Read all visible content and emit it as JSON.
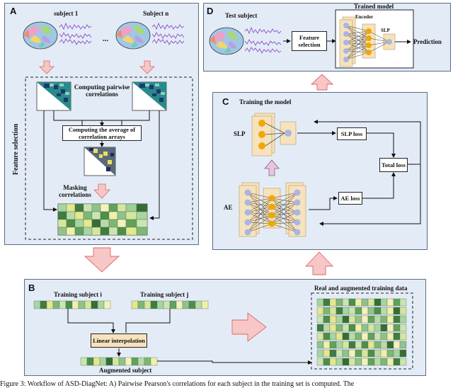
{
  "panels": {
    "a": {
      "label": "A",
      "subject_1": "subject 1",
      "subject_n": "Subject n",
      "ellipsis": "...",
      "computing_pairwise": "Computing pairwise correlations",
      "computing_average": "Computing the average of correlation arrays",
      "masking": "Masking correlations",
      "feature_selection": "Feature selection"
    },
    "b": {
      "label": "B",
      "training_i": "Training subject i",
      "training_j": "Training subject j",
      "linear_interpolation": "Linear interpolation",
      "augmented_subject": "Augmented subject",
      "real_augmented": "Real and augmented training data"
    },
    "c": {
      "label": "C",
      "title": "Training the model",
      "slp": "SLP",
      "ae": "AE",
      "slp_loss": "SLP loss",
      "ae_loss": "AE loss",
      "total_loss": "Total loss"
    },
    "d": {
      "label": "D",
      "test_subject": "Test subject",
      "feature_selection": "Feature selection",
      "trained_model": "Trained model",
      "encoder": "Encoder",
      "slp": "SLP",
      "prediction": "Prediction"
    }
  },
  "caption": "Figure 3: Workflow of ASD-DiagNet: A) Pairwise Pearson's correlations for each subject in the training set is computed. The",
  "colors": {
    "panel_bg": "#e3ecf6",
    "arrow_fill": "#f7c6c6",
    "arrow_stroke": "#d96a6a",
    "node": "#f0a800",
    "node_alt": "#a9b6e3"
  }
}
